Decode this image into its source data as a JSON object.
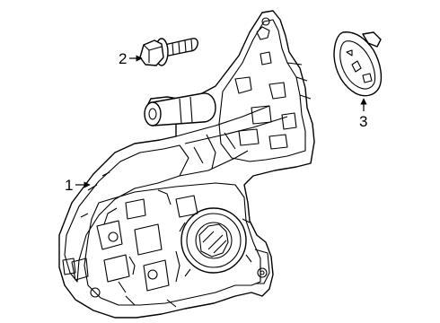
{
  "callouts": [
    {
      "label": "1",
      "part": "main-housing"
    },
    {
      "label": "2",
      "part": "bolt"
    },
    {
      "label": "3",
      "part": "gasket"
    }
  ],
  "colors": {
    "line": "#000000",
    "background": "#ffffff"
  }
}
